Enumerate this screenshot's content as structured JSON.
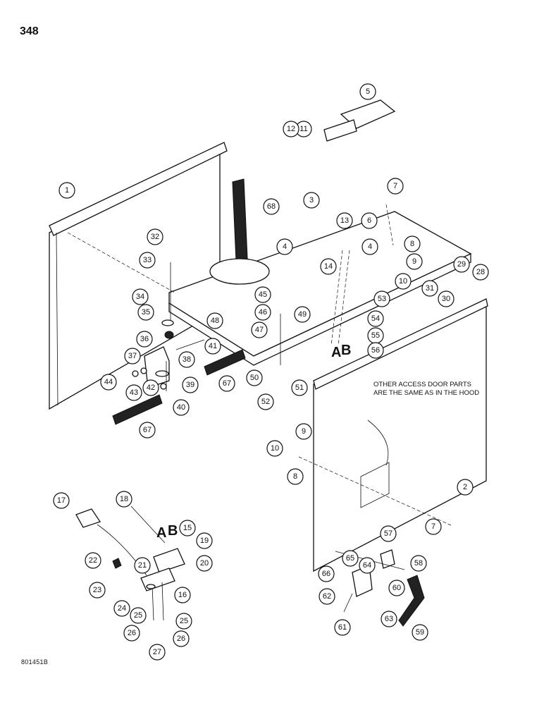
{
  "page_number": "348",
  "drawing_code": "801451B",
  "note": "OTHER ACCESS DOOR PARTS ARE THE SAME AS IN THE HOOD",
  "section_labels": [
    "A",
    "B"
  ],
  "callouts": [
    "1",
    "2",
    "3",
    "4",
    "5",
    "6",
    "7",
    "8",
    "9",
    "10",
    "11",
    "12",
    "13",
    "14",
    "15",
    "16",
    "17",
    "18",
    "19",
    "20",
    "21",
    "22",
    "23",
    "24",
    "25",
    "26",
    "27",
    "28",
    "29",
    "30",
    "31",
    "32",
    "33",
    "34",
    "35",
    "36",
    "37",
    "38",
    "39",
    "40",
    "41",
    "42",
    "43",
    "44",
    "45",
    "46",
    "47",
    "48",
    "49",
    "50",
    "51",
    "52",
    "53",
    "54",
    "55",
    "56",
    "57",
    "58",
    "59",
    "60",
    "61",
    "62",
    "63",
    "64",
    "65",
    "66",
    "67",
    "68"
  ]
}
